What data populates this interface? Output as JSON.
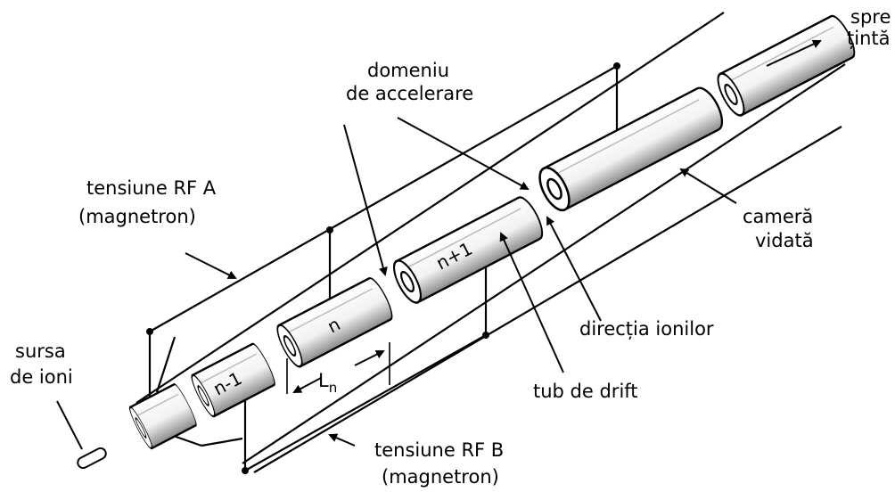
{
  "labels": {
    "spre": "spre",
    "tinta": "țintă",
    "domeniu": "domeniu",
    "de_accelerare": "de accelerare",
    "tensiune_rf_a": "tensiune RF A",
    "magnetron_a": "(magnetron)",
    "camera": "cameră",
    "vidata": "vidată",
    "directia_ionilor": "direcția ionilor",
    "sursa": "sursa",
    "de_ioni": "de ioni",
    "tub_de_drift": "tub de drift",
    "tensiune_rf_b": "tensiune RF B",
    "magnetron_b": "(magnetron)",
    "ln_main": "L",
    "ln_sub": "n"
  },
  "tubes": {
    "n_minus_1": "n-1",
    "n": "n",
    "n_plus_1": "n+1"
  }
}
